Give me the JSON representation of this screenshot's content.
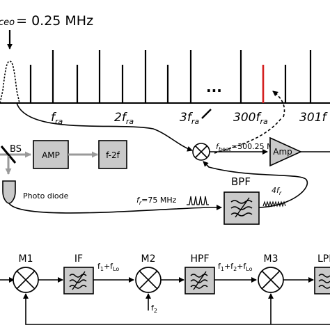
{
  "comb": {
    "fceo_sub": "ceo",
    "fceo_value": "= 0.25 MHz",
    "ellipsis": "...",
    "ticks": [
      {
        "main": "f",
        "sub": "ra"
      },
      {
        "main": "2f",
        "sub": "ra"
      },
      {
        "main": "3f",
        "sub": "ra"
      },
      {
        "main": "300f",
        "sub": "ra"
      },
      {
        "main": "301f",
        "sub": ""
      }
    ]
  },
  "top_chain": {
    "bs": "BS",
    "amp": "AMP",
    "f2f": "f-2f",
    "photodiode": "Photo diode",
    "fbeat_main": "f",
    "fbeat_sub": "beat",
    "fbeat_value": "=300.25 MHz",
    "amp2": "Amp",
    "bpf": "BPF",
    "fr_main": "f",
    "fr_sub": "r",
    "fr_value": "=75 MHz",
    "fourfr_main": "4f",
    "fourfr_sub": "r"
  },
  "bottom_chain": {
    "m1": "M1",
    "if": "IF",
    "sum1_main": "f",
    "sum1_s1": "1",
    "sum1_plus": "+f",
    "sum1_s2": "Lo",
    "m2": "M2",
    "f2_main": "f",
    "f2_sub": "2",
    "hpf": "HPF",
    "sum2_main": "f",
    "sum2_s1": "1",
    "sum2_plus1": "+f",
    "sum2_s2": "2",
    "sum2_plus2": "+f",
    "sum2_s3": "Lo",
    "m3": "M3",
    "lpf": "LPF"
  },
  "colors": {
    "highlight": "#d42020",
    "box_fill": "#c9c9c9",
    "gray_arrow": "#9a9a9a"
  }
}
